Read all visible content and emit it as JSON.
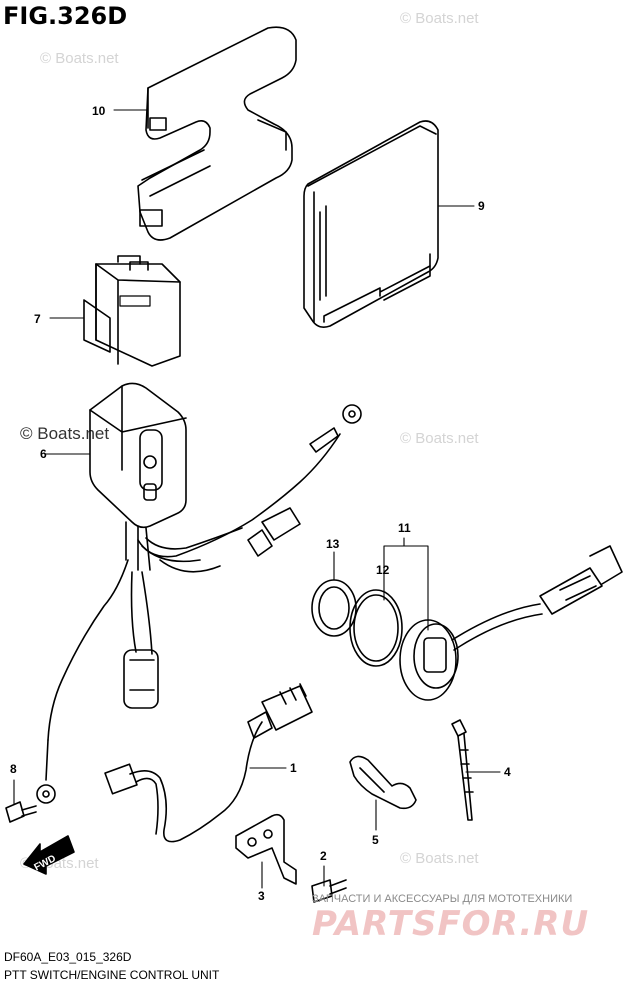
{
  "figure": {
    "title": "FIG.326D",
    "code": "DF60A_E03_015_326D",
    "caption": "PTT SWITCH/ENGINE CONTROL UNIT"
  },
  "callouts": [
    "10",
    "9",
    "7",
    "6",
    "13",
    "12",
    "11",
    "1",
    "4",
    "8",
    "5",
    "2",
    "3"
  ],
  "fwd_label": "FWD",
  "watermarks": {
    "strong": "© Boats.net",
    "faint": "© Boats.net"
  },
  "footer_brand": {
    "tagline": "ЗАПЧАСТИ И АКСЕССУАРЫ ДЛЯ МОТОТЕХНИКИ",
    "logo": "PARTSFOR.RU"
  }
}
